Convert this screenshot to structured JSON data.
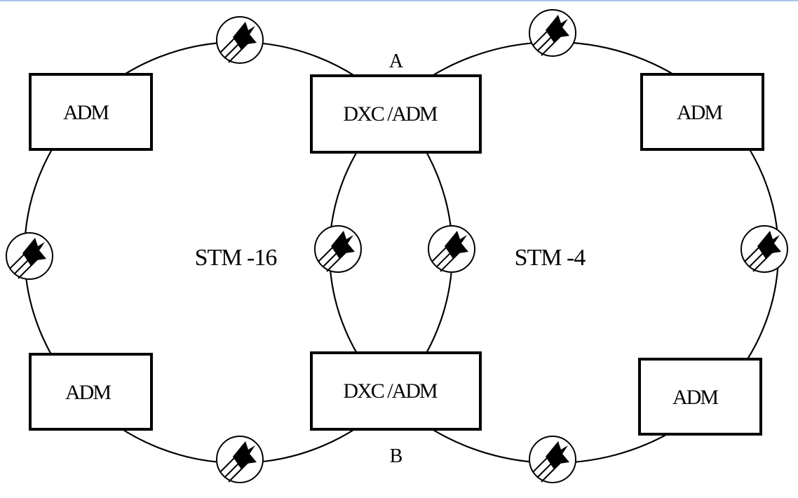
{
  "nodes": {
    "adm_top_left": "ADM",
    "adm_bottom_left": "ADM",
    "dxc_top": "DXC /ADM",
    "dxc_bottom": "DXC /ADM",
    "adm_top_right": "ADM",
    "adm_bottom_right": "ADM"
  },
  "rings": {
    "left": "STM -16",
    "right": "STM -4"
  },
  "points": {
    "a": "A",
    "b": "B"
  },
  "icons": {
    "regenerator": "regenerator-icon"
  }
}
